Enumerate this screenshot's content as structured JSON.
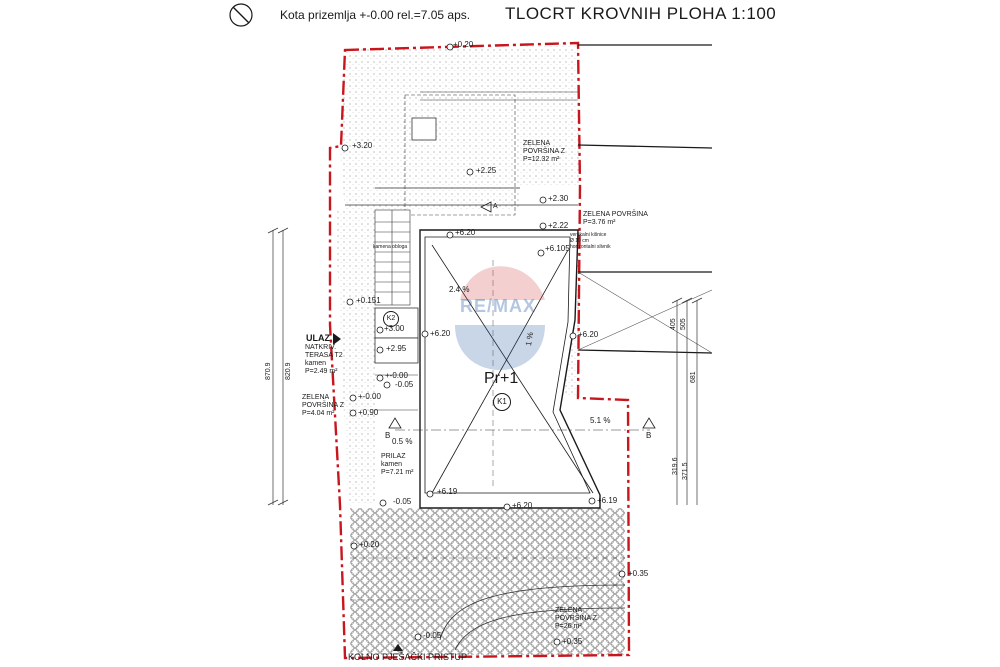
{
  "header": {
    "elevation_note": "Kota prizemlja +-0.00 rel.=7.05 aps.",
    "title": "TLOCRT KROVNIH PLOHA  1:100"
  },
  "plan": {
    "level_label": "Pr+1",
    "roof_marker": "K1",
    "roof_marker_2": "K2",
    "entrance_label": "ULAZ",
    "bottom_access_label": "KOLNO PJEŠAČKI PRISTUP",
    "section_marker_a": "A",
    "section_marker_b": "B",
    "areas": {
      "green_top": [
        "ZELENA",
        "POVRŠINA Z",
        "P=12.32 m²"
      ],
      "green_right": [
        "ZELENA POVRŠINA",
        "P=3.76 m²"
      ],
      "drain_note": [
        "vertikalni kišnice",
        "Ø 10 cm",
        "horizontalni slivnik"
      ],
      "terrace": [
        "NATKRIV.",
        "TERASA T2",
        "kamen",
        "P=2.49 m²"
      ],
      "green_left": [
        "ZELENA",
        "POVRŠINA Z",
        "P=4.04 m²"
      ],
      "access": [
        "PRILAZ",
        "kamen",
        "P=7.21 m²"
      ],
      "green_bottom": [
        "ZELENA",
        "POVRŠINA Z",
        "P=26 m²"
      ],
      "stairs_note": "kamena obloga"
    },
    "elevations": [
      "+0.20",
      "+3.20",
      "+2.25",
      "+2.30",
      "+2.22",
      "+6.20",
      "+6.105",
      "+0.151",
      "+3.00",
      "+2.95",
      "+6.20",
      "+6.20",
      "+-0.00",
      "-0.05",
      "+-0.00",
      "+0.90",
      "-0.05",
      "+6.19",
      "+6.20",
      "+6.19",
      "+0.35",
      "+0.35",
      "-0.05",
      "+0.20"
    ],
    "slopes": [
      "2.4 %",
      "1 %",
      "0.5 %",
      "5.1 %"
    ],
    "dimensions_left": [
      "870.9",
      "820.9"
    ],
    "dimensions_right": [
      "405",
      "505",
      "681",
      "319.6",
      "371.5"
    ]
  },
  "colors": {
    "boundary": "#c8161d",
    "line": "#1a1a1a",
    "hatch": "#8a8a8a",
    "watermark": "#d64545"
  }
}
